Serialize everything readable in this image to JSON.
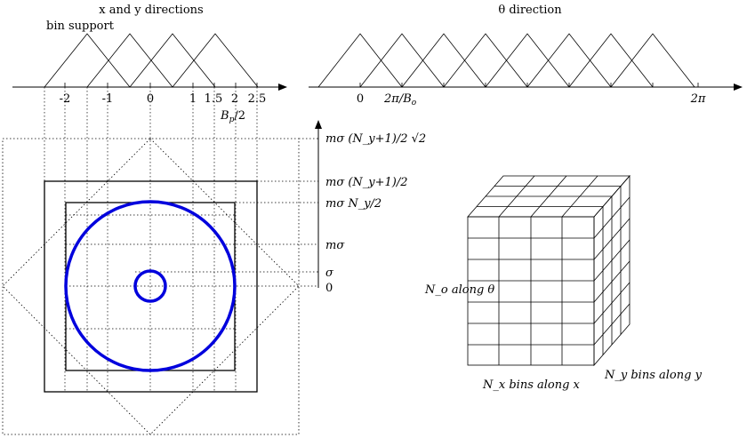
{
  "left_panel": {
    "title": "x and y directions",
    "bin_support": "bin support",
    "ticks": [
      "-2",
      "-1",
      "0",
      "1",
      "1.5",
      "2",
      "2.5"
    ],
    "bp_label": "B",
    "bp_sub": "p",
    "bp_rest": "/2"
  },
  "right_panel": {
    "title": "θ direction",
    "ticks": {
      "zero": "0",
      "two_pi_over_bo": "2π/B",
      "bo_sub": "o",
      "two_pi": "2π"
    }
  },
  "vertical_axis": {
    "labels": [
      "mσ (N_y+1)/2 √2",
      "mσ (N_y+1)/2",
      "mσ N_y/2",
      "mσ",
      "σ",
      "0"
    ]
  },
  "cube": {
    "label_theta": "N_o along θ",
    "label_x": "N_x bins along x",
    "label_y": "N_y bins along y"
  },
  "colors": {
    "circle": "#0000dd",
    "line": "#000000"
  }
}
